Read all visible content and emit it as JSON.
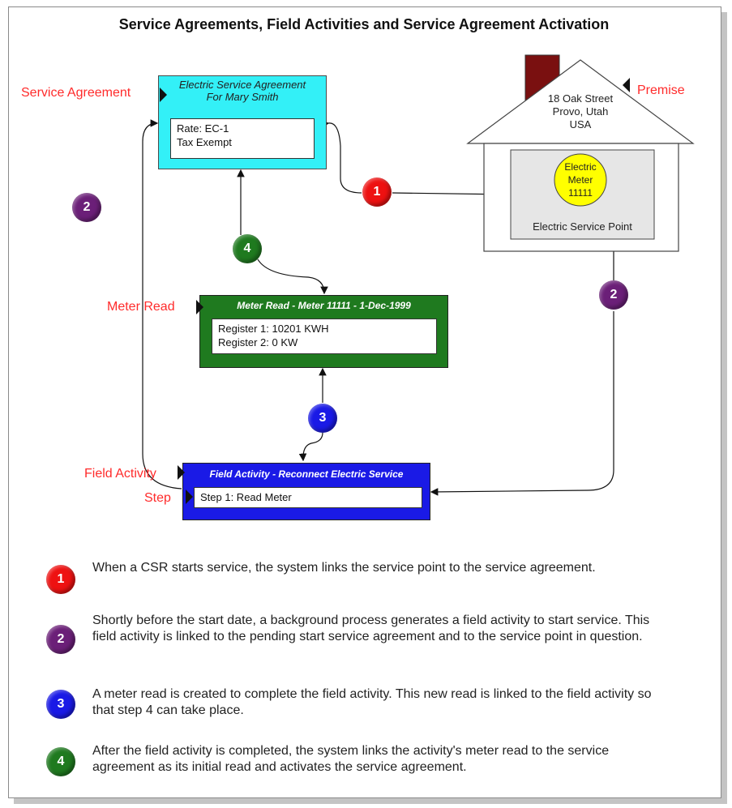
{
  "title": "Service Agreements, Field Activities and Service Agreement Activation",
  "labels": {
    "service_agreement": "Service Agreement",
    "premise": "Premise",
    "meter_read": "Meter Read",
    "field_activity": "Field Activity",
    "step": "Step"
  },
  "service_agreement_box": {
    "title_line1": "Electric Service Agreement",
    "title_line2": "For Mary Smith",
    "line1": "Rate: EC-1",
    "line2": "Tax Exempt"
  },
  "premise_box": {
    "address_line1": "18 Oak Street",
    "address_line2": "Provo, Utah",
    "address_line3": "USA",
    "meter_line1": "Electric",
    "meter_line2": "Meter",
    "meter_line3": "11111",
    "service_point": "Electric Service Point"
  },
  "meter_read_box": {
    "title": "Meter Read - Meter 11111 - 1-Dec-1999",
    "line1": "Register 1: 10201 KWH",
    "line2": "Register 2:  0 KW"
  },
  "field_activity_box": {
    "title": "Field Activity - Reconnect Electric Service",
    "step": "Step 1: Read Meter"
  },
  "colors": {
    "red": "#ee1111",
    "purple": "#6b1f78",
    "blue": "#1a1ae6",
    "green": "#1f7a1f",
    "cyan": "#33f0f7",
    "label": "#ff2b2b",
    "chimney": "#7a1010",
    "meter": "#ffff00"
  },
  "diagram_markers": {
    "m1": "1",
    "m2_left": "2",
    "m2_right": "2",
    "m3": "3",
    "m4": "4"
  },
  "notes": [
    {
      "number": "1",
      "text": "When a CSR starts service, the system links the service point to the service agreement."
    },
    {
      "number": "2",
      "text": "Shortly before the start date, a background process generates a field activity to start service.  This field activity is linked to the pending start service agreement and to the service point in question."
    },
    {
      "number": "3",
      "text": "A meter read is created to complete the field activity.  This new read is linked to the field activity so that step 4 can take place."
    },
    {
      "number": "4",
      "text": "After the field activity is completed, the system links the activity's meter read to the service agreement as its initial read and activates the service agreement."
    }
  ]
}
